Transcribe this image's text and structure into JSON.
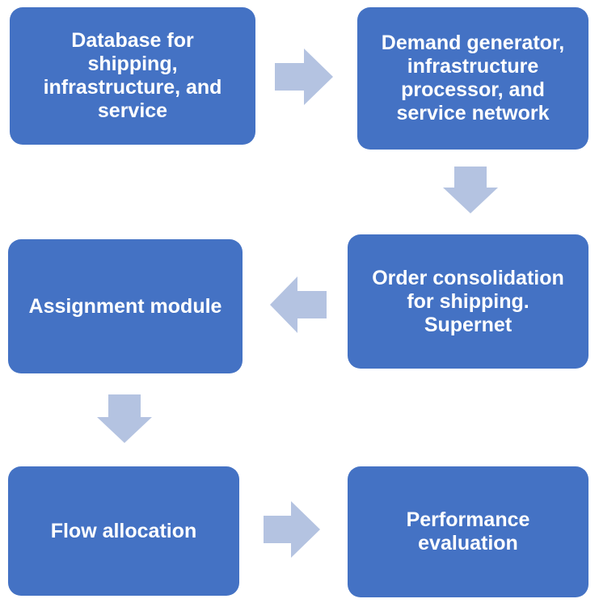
{
  "diagram": {
    "colors": {
      "box_fill": "#4472c4",
      "box_text": "#ffffff",
      "arrow_fill": "#b4c3e1"
    },
    "nodes": [
      {
        "id": "database",
        "label": "Database for\nshipping,\ninfrastructure, and\nservice"
      },
      {
        "id": "demand-generator",
        "label": "Demand generator,\ninfrastructure\nprocessor, and\nservice network"
      },
      {
        "id": "order-consolidation",
        "label": "Order consolidation\nfor shipping.\nSupernet"
      },
      {
        "id": "assignment",
        "label": "Assignment module"
      },
      {
        "id": "flow-allocation",
        "label": "Flow allocation"
      },
      {
        "id": "performance",
        "label": "Performance\nevaluation"
      }
    ],
    "edges": [
      {
        "from": "database",
        "to": "demand-generator",
        "direction": "right"
      },
      {
        "from": "demand-generator",
        "to": "order-consolidation",
        "direction": "down"
      },
      {
        "from": "order-consolidation",
        "to": "assignment",
        "direction": "left"
      },
      {
        "from": "assignment",
        "to": "flow-allocation",
        "direction": "down"
      },
      {
        "from": "flow-allocation",
        "to": "performance",
        "direction": "right"
      }
    ]
  }
}
